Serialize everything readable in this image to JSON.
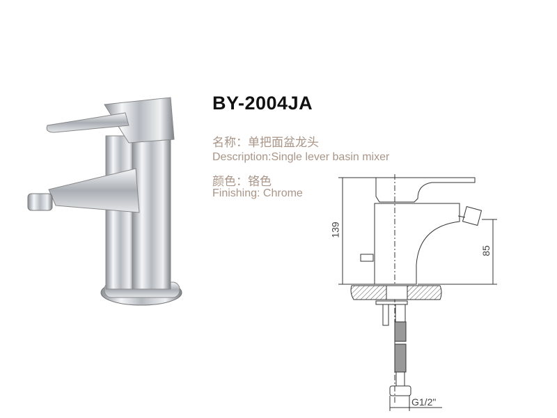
{
  "product": {
    "model": "BY-2004JA",
    "name_cn": "名称：单把面盆龙头",
    "description": "Description:Single lever basin mixer",
    "color_cn": "颜色：铬色",
    "finishing": "Finishing: Chrome"
  },
  "drawing": {
    "height_dim": "139",
    "spout_dim": "85",
    "thread_label": "G1/2\""
  },
  "colors": {
    "text_accent": "#a99587",
    "line": "#333333"
  }
}
